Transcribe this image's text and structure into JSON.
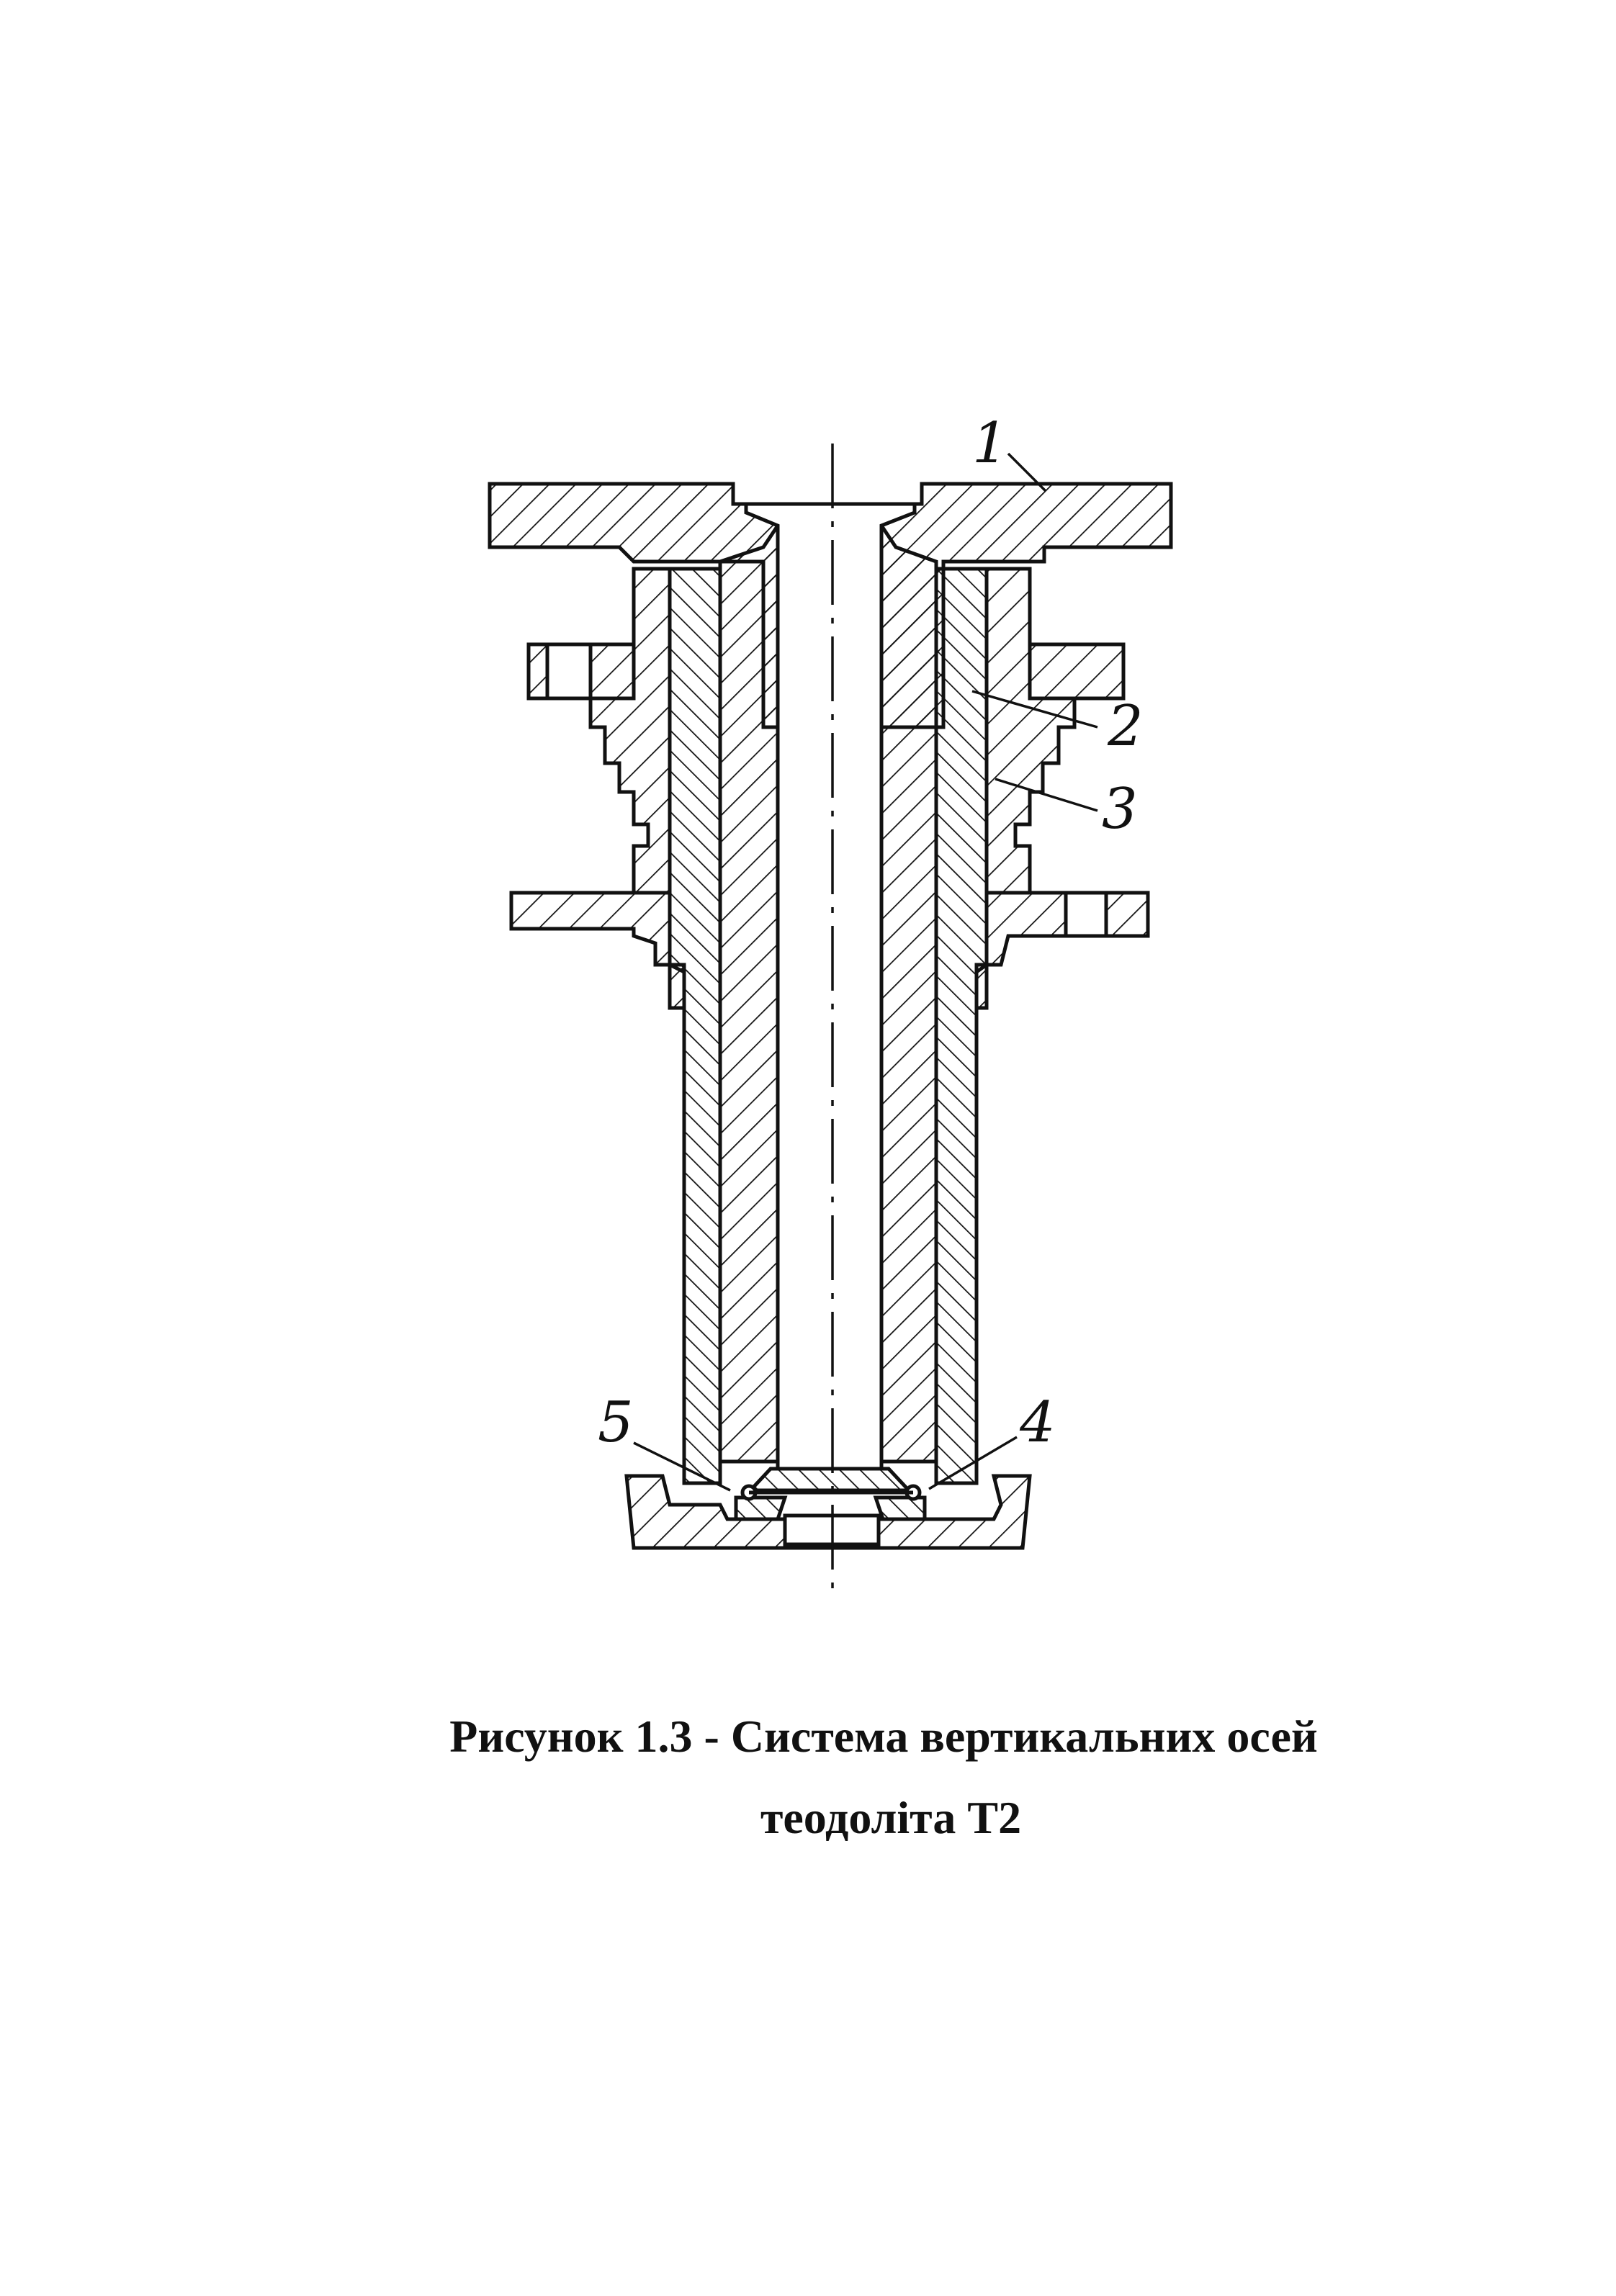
{
  "figure": {
    "callouts": {
      "part_1": "1",
      "part_2": "2",
      "part_3": "3",
      "part_4": "4",
      "part_5": "5"
    },
    "caption_line_1": "Рисунок  1.3 - Система вертикальних осей",
    "caption_line_2": "теодоліта Т2"
  },
  "colors": {
    "ink": "#111111",
    "paper": "#ffffff"
  }
}
